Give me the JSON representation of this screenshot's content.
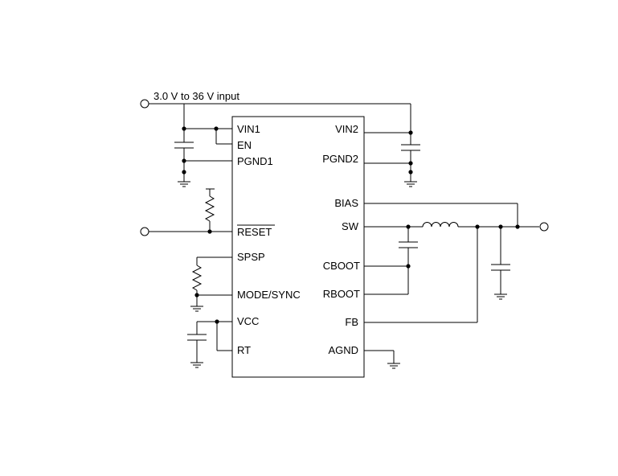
{
  "input_label": "3.0 V to 36 V input",
  "pins_left": {
    "vin1": "VIN1",
    "en": "EN",
    "pgnd1": "PGND1",
    "reset": "RESET",
    "spsp": "SPSP",
    "mode_sync": "MODE/SYNC",
    "vcc": "VCC",
    "rt": "RT"
  },
  "pins_right": {
    "vin2": "VIN2",
    "pgnd2": "PGND2",
    "bias": "BIAS",
    "sw": "SW",
    "cboot": "CBOOT",
    "rboot": "RBOOT",
    "fb": "FB",
    "agnd": "AGND"
  }
}
